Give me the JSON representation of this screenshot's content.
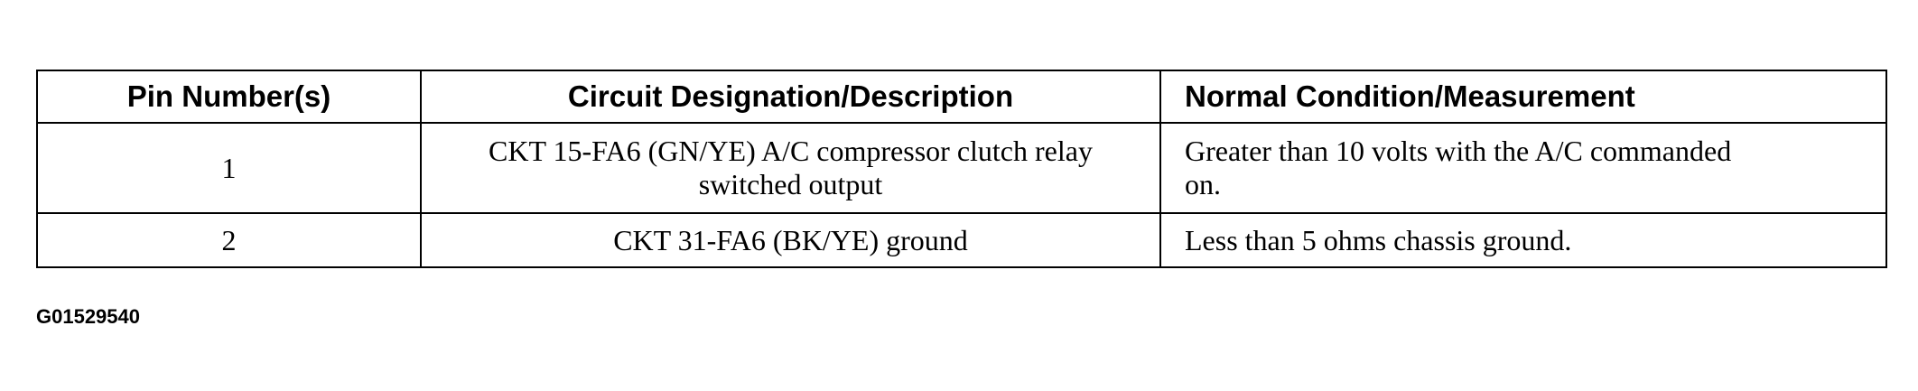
{
  "table": {
    "headers": [
      "Pin Number(s)",
      "Circuit Designation/Description",
      "Normal Condition/Measurement"
    ],
    "rows": [
      {
        "pin": "1",
        "circuit": "CKT 15-FA6 (GN/YE) A/C compressor clutch relay switched output",
        "condition": "Greater than 10 volts with the A/C commanded on."
      },
      {
        "pin": "2",
        "circuit": "CKT 31-FA6 (BK/YE) ground",
        "condition": "Less than 5 ohms chassis ground."
      }
    ]
  },
  "figure_id": "G01529540"
}
